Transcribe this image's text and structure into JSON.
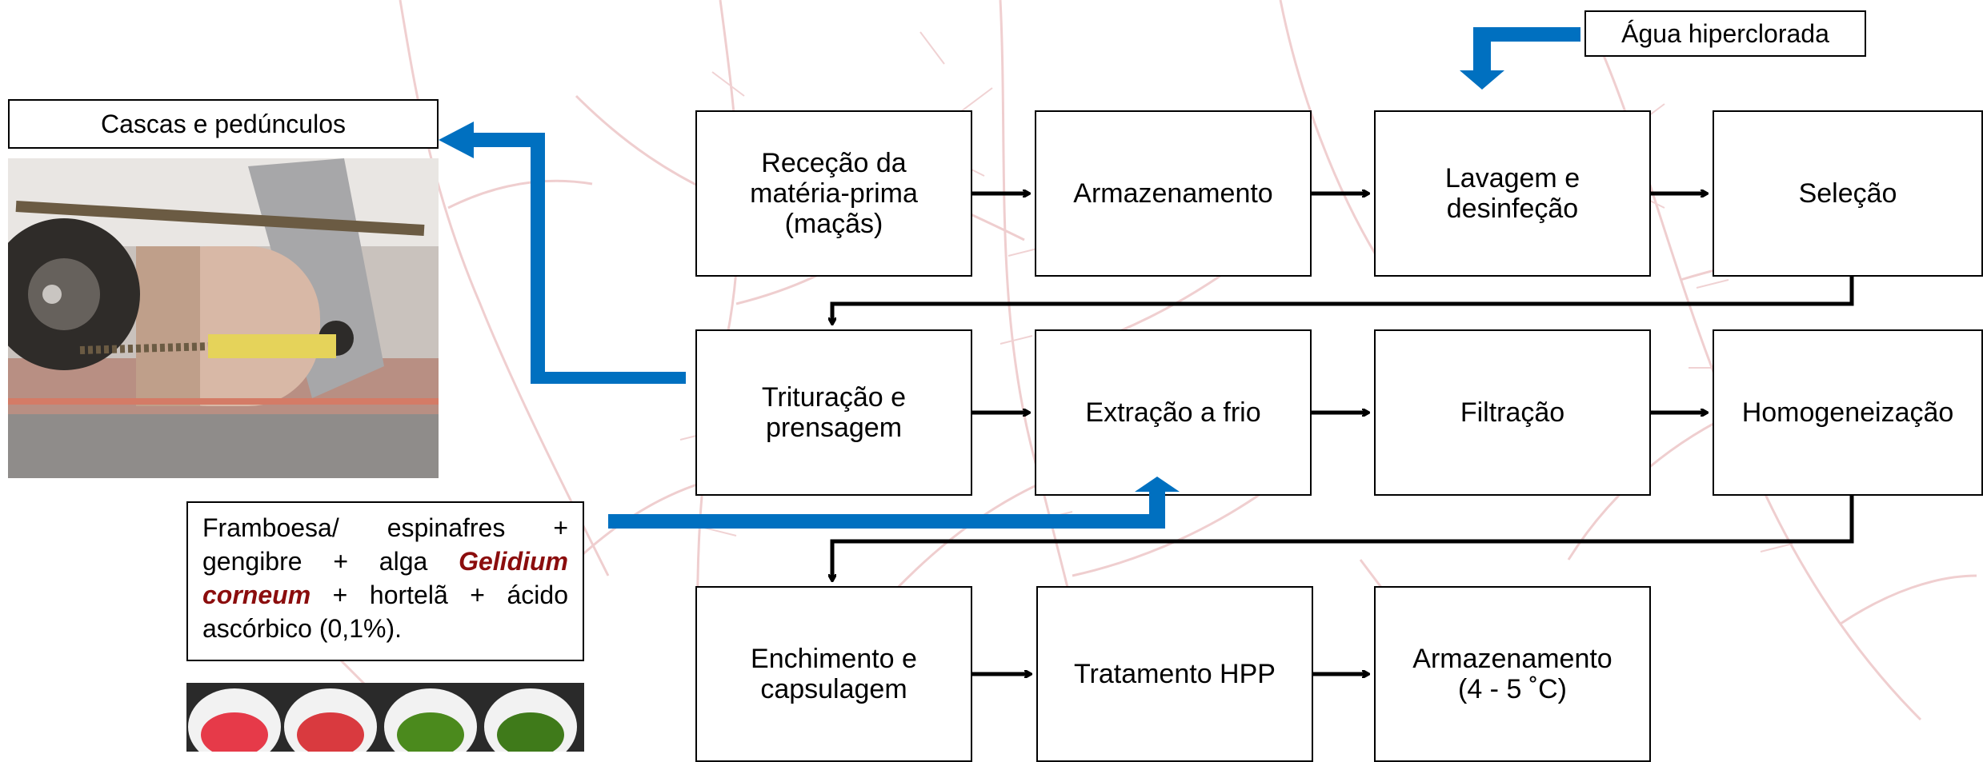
{
  "flow_steps": {
    "rececao": "Receção da\nmatéria-prima\n(maçãs)",
    "armazenamento": "Armazenamento",
    "lavagem": "Lavagem e\ndesinfeção",
    "selecao": "Seleção",
    "trituracao": "Trituração e\nprensagem",
    "extracao": "Extração a frio",
    "filtracao": "Filtração",
    "homogeneizacao": "Homogeneização",
    "enchimento": "Enchimento e\ncapsulagem",
    "tratamento": "Tratamento HPP",
    "armazenamento_final": "Armazenamento\n(4 - 5 ˚C)"
  },
  "inputs": {
    "agua": "Água hiperclorada",
    "ingredients_part1": "Framboesa/ espinafres + gengibre + alga ",
    "ingredients_species": "Gelidium corneum",
    "ingredients_part2": " + hortelã + ácido ascórbico (0,1%)."
  },
  "outputs": {
    "cascas": "Cascas e pedúnculos"
  },
  "colors": {
    "input_arrow": "#0070c0",
    "flow_arrow": "#000000",
    "species_highlight": "#8b0d0d",
    "background_branches": "#e7b3b5"
  }
}
